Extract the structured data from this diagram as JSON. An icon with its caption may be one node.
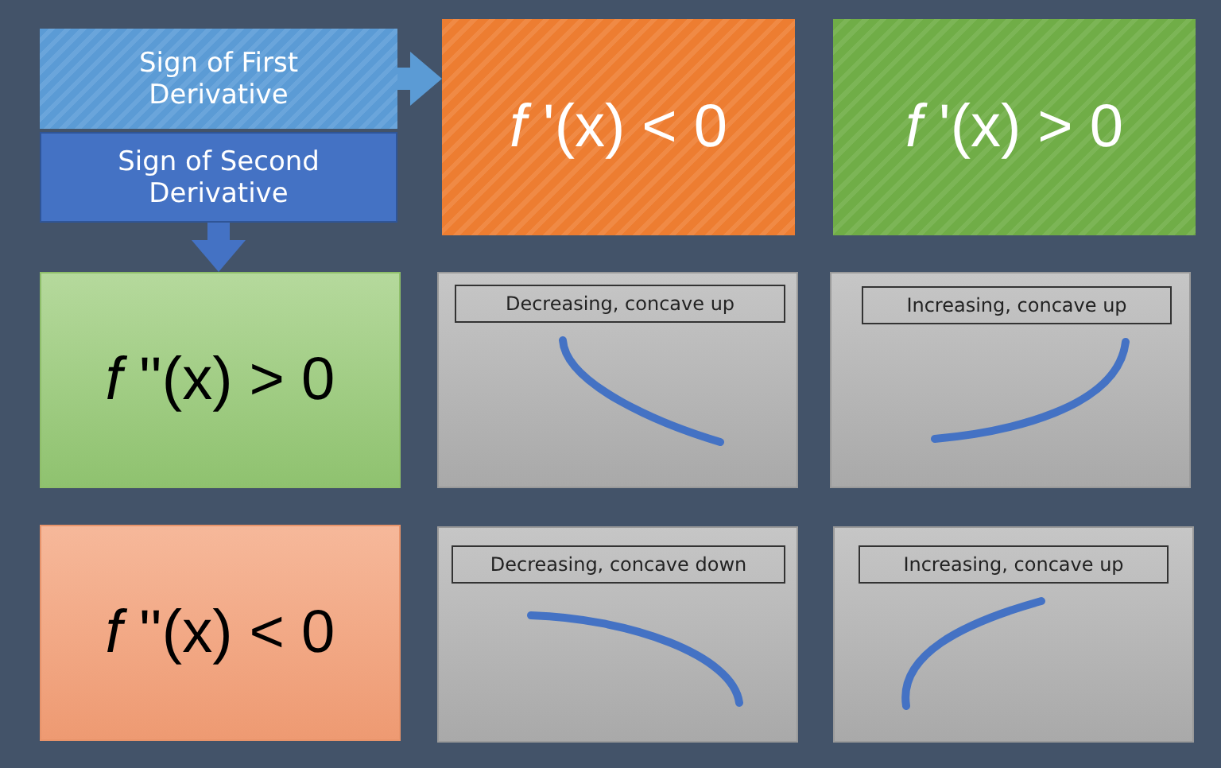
{
  "diagram": {
    "nodes": [
      {
        "text": [
          "Sign of First Derivative"
        ]
      },
      {
        "text": [
          "Sign of Second Derivative"
        ]
      },
      {
        "text": [
          "*f* '(x) < 0"
        ]
      },
      {
        "text": [
          "*f* '(x) > 0"
        ]
      },
      {
        "text": [
          "*f* ''(x) > 0"
        ]
      },
      {
        "text": [],
        "shape": "box"
      },
      {
        "text": [
          "Decreasing, concave up"
        ],
        "in": 5
      },
      {
        "text": [],
        "shape": "box"
      },
      {
        "text": [
          "Increasing, concave up"
        ],
        "in": 7
      },
      {
        "text": [
          "*f* ''(x) < 0"
        ]
      },
      {
        "text": [],
        "shape": "box"
      },
      {
        "text": [
          "Decreasing, concave down"
        ],
        "in": 10
      },
      {
        "text": [],
        "shape": "box"
      },
      {
        "text": [
          "Increasing, concave up"
        ],
        "in": 12
      }
    ],
    "edges": [
      {
        "from": 0,
        "to": 2,
        "arrow": "to"
      },
      {
        "from": 1,
        "to": 4,
        "arrow": "to"
      }
    ]
  }
}
